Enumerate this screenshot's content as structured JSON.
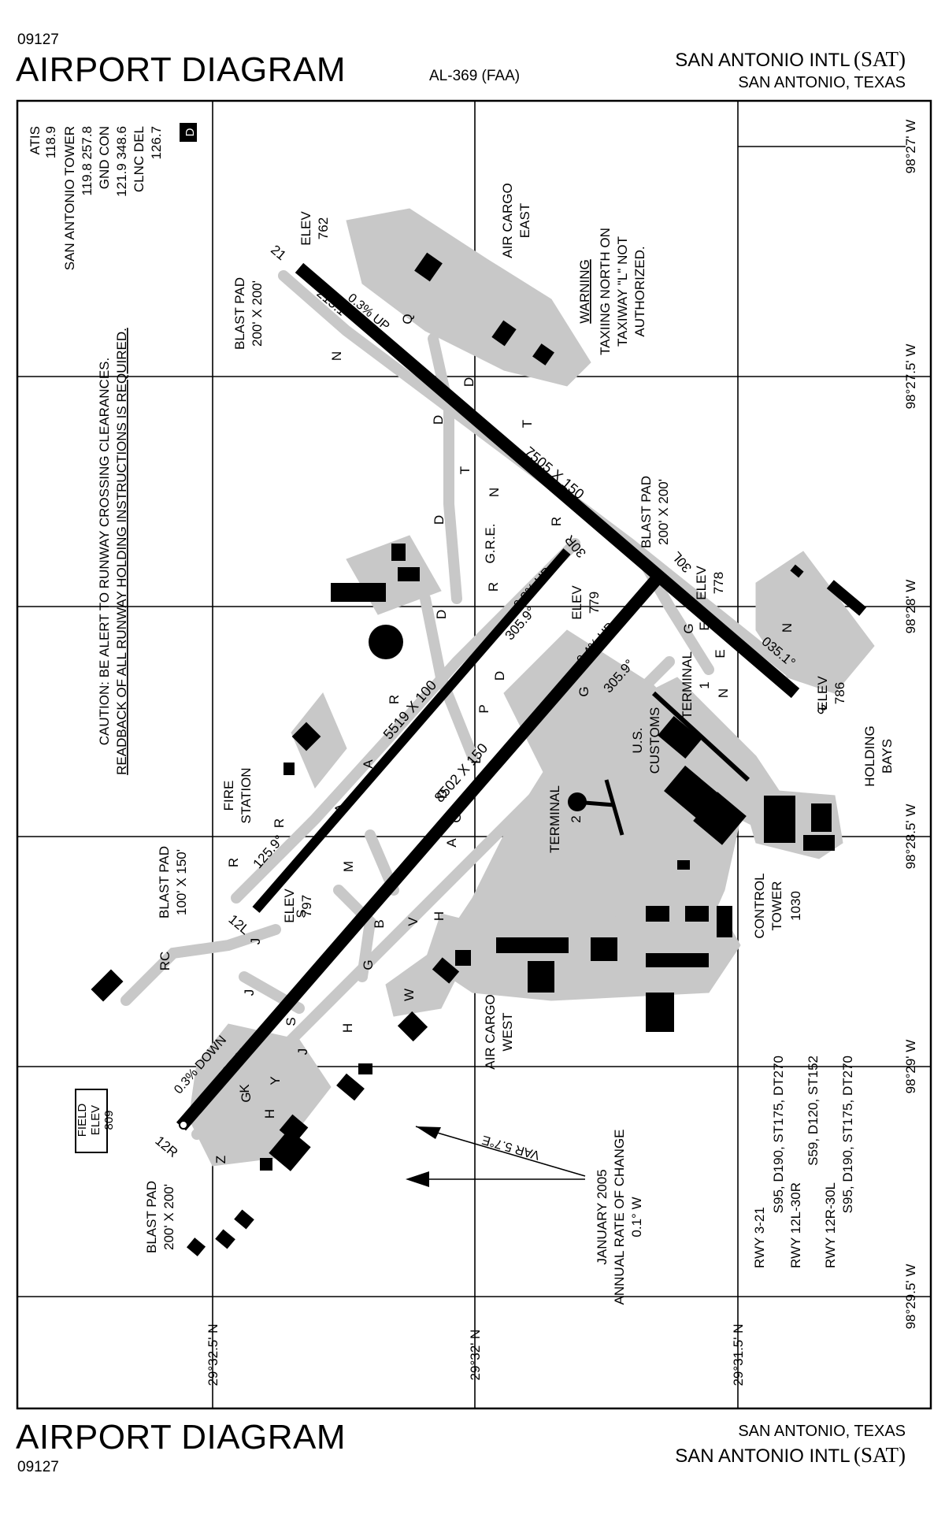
{
  "chart": {
    "cycle": "09127",
    "title": "AIRPORT DIAGRAM",
    "chart_id": "AL-369 (FAA)",
    "airport_name": "SAN ANTONIO INTL",
    "airport_ident": "(SAT)",
    "city_state": "SAN ANTONIO, TEXAS"
  },
  "frequencies": {
    "atis_label": "ATIS",
    "atis": "118.9",
    "tower_label": "SAN ANTONIO TOWER",
    "tower": "119.8  257.8",
    "gnd_label": "GND CON",
    "gnd": "121.9  348.6",
    "clnc_label": "CLNC DEL",
    "clnc": "126.7",
    "airspace_class": "D"
  },
  "notes": {
    "caution_line1": "CAUTION:  BE ALERT TO RUNWAY CROSSING CLEARANCES.",
    "caution_line2": "READBACK OF ALL RUNWAY HOLDING INSTRUCTIONS IS REQUIRED.",
    "warning_title": "WARNING",
    "warning_line1": "TAXIING NORTH ON",
    "warning_line2": "TAXIWAY \"L\" NOT",
    "warning_line3": "AUTHORIZED.",
    "var": "VAR 5.7°E",
    "jan_line1": "JANUARY 2005",
    "jan_line2": "ANNUAL RATE OF CHANGE",
    "jan_line3": "0.1° W"
  },
  "runways": [
    {
      "id": "3-21",
      "dims": "7505 X 150",
      "end_a": "3",
      "end_b": "21",
      "elev_a": "786",
      "elev_b": "762",
      "hdg_a": "035.1°",
      "hdg_b": "215.1°",
      "grad": "0.3% UP"
    },
    {
      "id": "12R-30L",
      "dims": "8502 X 150",
      "end_a": "12R",
      "end_b": "30L",
      "elev_a": "809",
      "elev_b": "778",
      "hdg_a": "125.9°",
      "hdg_b": "305.9°",
      "grad_a": "0.3% DOWN",
      "grad_b": "0.4% UP"
    },
    {
      "id": "12L-30R",
      "dims": "5519 X 100",
      "end_a": "12L",
      "end_b": "30R",
      "elev_a": "797",
      "elev_b": "779",
      "hdg_a": "125.9°",
      "hdg_b": "305.9°",
      "grad": "0.3% UP"
    }
  ],
  "labels": {
    "elev": "ELEV",
    "blast_pad": "BLAST PAD",
    "bp_200": "200' X 200'",
    "bp_100": "100' X 150'",
    "field_elev_line1": "FIELD",
    "field_elev_line2": "ELEV",
    "field_elev": "809",
    "air_cargo": "AIR CARGO",
    "east": "EAST",
    "west": "WEST",
    "terminal": "TERMINAL",
    "terminal1": "1",
    "terminal2": "2",
    "us": "U.S.",
    "customs": "CUSTOMS",
    "control": "CONTROL",
    "tower": "TOWER",
    "tower_elev": "1030",
    "fire": "FIRE",
    "station": "STATION",
    "holding": "HOLDING",
    "bays": "BAYS",
    "gre": "G.R.E.",
    "rc": "RC"
  },
  "taxiways": [
    "Q",
    "N",
    "D",
    "D",
    "D",
    "T",
    "N",
    "T",
    "R",
    "R",
    "D",
    "P",
    "D",
    "G",
    "L",
    "G",
    "G",
    "E",
    "E",
    "N",
    "R",
    "A",
    "A",
    "R",
    "M",
    "A",
    "R",
    "S",
    "J",
    "J",
    "S",
    "H",
    "J",
    "K",
    "Z",
    "V",
    "B",
    "H",
    "G",
    "W",
    "Y",
    "G",
    "H",
    "D",
    "N"
  ],
  "coordinates": {
    "lon": [
      "98°27' W",
      "98°27.5' W",
      "98°28' W",
      "98°28.5' W",
      "98°29' W",
      "98°29.5' W"
    ],
    "lat": [
      "29°32.5' N",
      "29°32' N",
      "29°31.5' N"
    ]
  },
  "strength": {
    "r1_label": "RWY  3-21",
    "r1": "S95, D190, ST175, DT270",
    "r2_label": "RWY  12L-30R",
    "r2": "S59, D120, ST152",
    "r3_label": "RWY  12R-30L",
    "r3": "S95, D190, ST175, DT270"
  },
  "colors": {
    "ink": "#000000",
    "pavement": "#c8c8c8",
    "paper": "#ffffff"
  }
}
